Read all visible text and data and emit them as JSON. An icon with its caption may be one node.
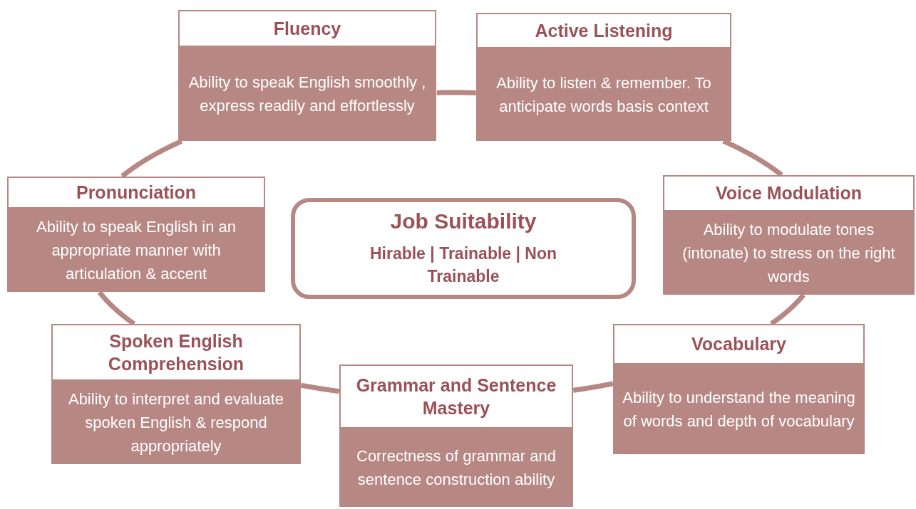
{
  "diagram": {
    "nodes": [
      {
        "text": [
          "Fluency",
          "Ability to speak English smoothly , express readily and effortlessly"
        ]
      },
      {
        "text": [
          "Active Listening",
          "Ability to listen & remember. To anticipate words basis context"
        ]
      },
      {
        "text": [
          "Pronunciation",
          "Ability to speak English in an appropriate manner with articulation & accent"
        ]
      },
      {
        "text": [
          "Voice Modulation",
          "Ability to modulate tones (intonate) to stress  on the right words"
        ]
      },
      {
        "text": [
          "Job Suitability",
          "Hirable | Trainable | Non Trainable"
        ]
      },
      {
        "text": [
          "Spoken English Comprehension",
          "Ability to interpret and evaluate spoken English & respond appropriately"
        ]
      },
      {
        "text": [
          "Vocabulary",
          "Ability to understand the meaning of words and depth of vocabulary"
        ]
      },
      {
        "text": [
          "Grammar and Sentence Mastery",
          "Correctness of grammar and sentence construction ability"
        ]
      }
    ],
    "edges": [
      {
        "from": 0,
        "to": 1,
        "arrow": "none"
      },
      {
        "from": 1,
        "to": 3,
        "arrow": "none"
      },
      {
        "from": 3,
        "to": 6,
        "arrow": "none"
      },
      {
        "from": 6,
        "to": 7,
        "arrow": "none"
      },
      {
        "from": 7,
        "to": 5,
        "arrow": "none"
      },
      {
        "from": 5,
        "to": 2,
        "arrow": "none"
      },
      {
        "from": 2,
        "to": 0,
        "arrow": "none"
      }
    ]
  }
}
